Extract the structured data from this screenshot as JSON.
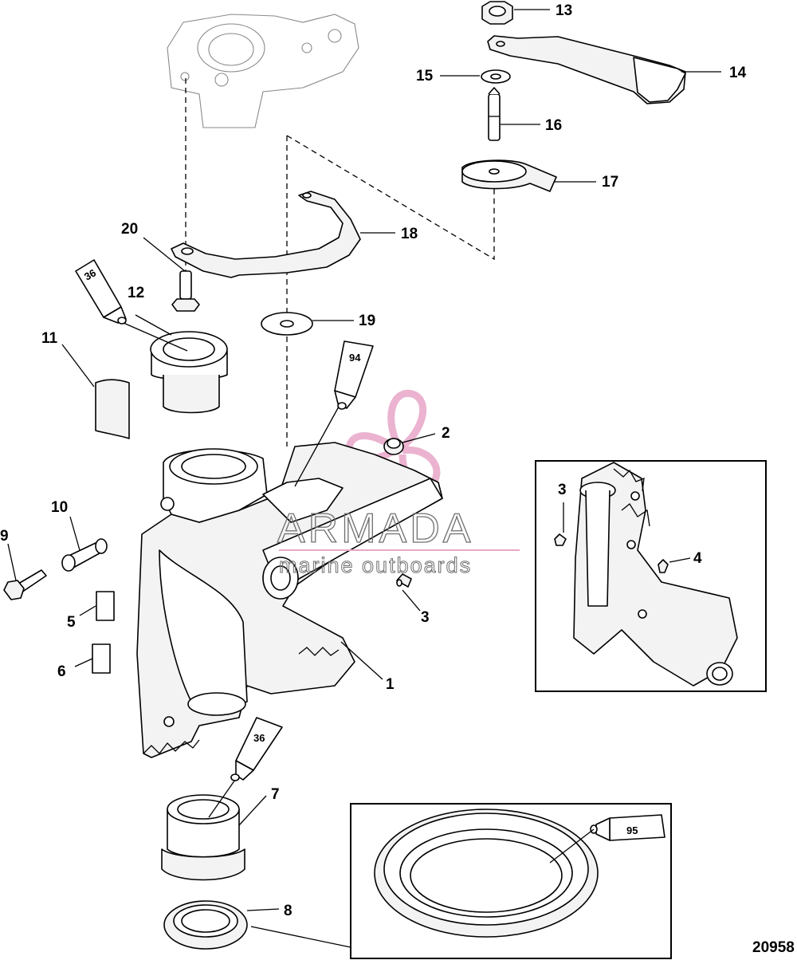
{
  "diagram": {
    "figure_number": "20958",
    "callouts": [
      "1",
      "2",
      "3",
      "3",
      "4",
      "5",
      "6",
      "7",
      "8",
      "9",
      "10",
      "11",
      "12",
      "13",
      "14",
      "15",
      "16",
      "17",
      "18",
      "19",
      "20"
    ],
    "sealant_tubes": [
      "36",
      "36",
      "94",
      "95"
    ]
  },
  "watermark": {
    "brand": "ARMADA",
    "tagline": "marine outboards",
    "logo_color": "#e8a6c8"
  }
}
